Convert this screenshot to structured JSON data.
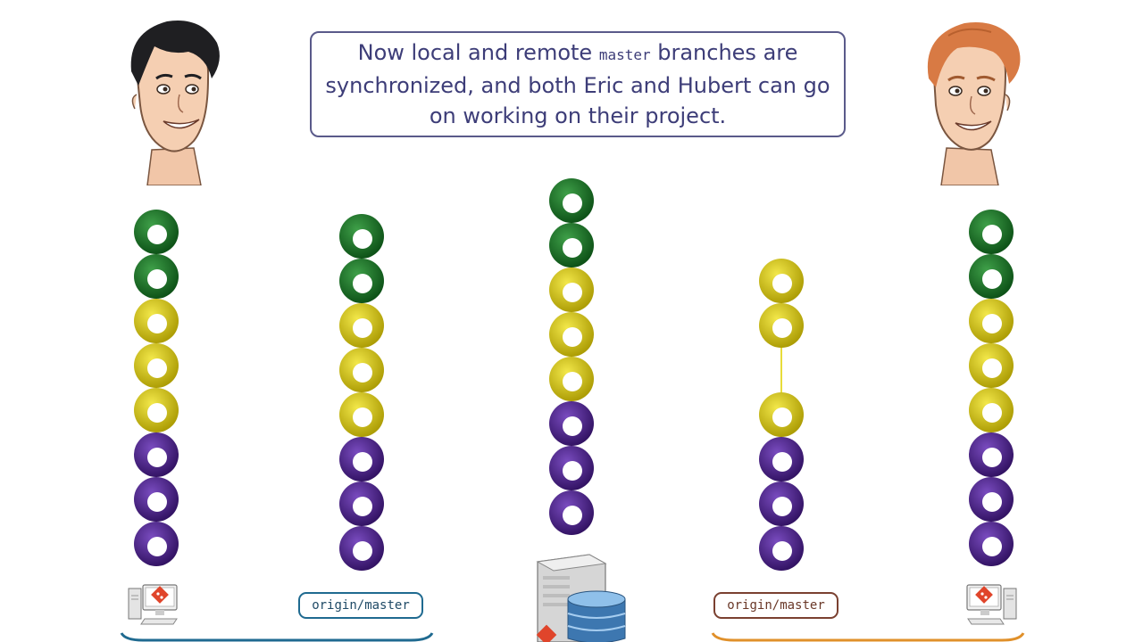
{
  "callout": {
    "before": "Now local and remote ",
    "code": "master",
    "after": " branches are synchronized, and both Eric and Hubert can go on working on their project."
  },
  "colors": {
    "green": "#0d6b1d",
    "yellow": "#d4c400",
    "purple": "#4a1a8c"
  },
  "columns": [
    {
      "id": "eric-local",
      "commits": [
        "green",
        "green",
        "yellow",
        "yellow",
        "yellow",
        "purple",
        "purple",
        "purple"
      ]
    },
    {
      "id": "eric-origin",
      "commits": [
        "green",
        "green",
        "yellow",
        "yellow",
        "yellow",
        "purple",
        "purple",
        "purple"
      ]
    },
    {
      "id": "remote",
      "commits": [
        "green",
        "green",
        "yellow",
        "yellow",
        "yellow",
        "purple",
        "purple",
        "purple"
      ]
    },
    {
      "id": "hubert-origin",
      "commits": [
        "yellow",
        "yellow",
        "gap",
        "yellow",
        "purple",
        "purple",
        "purple"
      ]
    },
    {
      "id": "hubert-local",
      "commits": [
        "green",
        "green",
        "yellow",
        "yellow",
        "yellow",
        "purple",
        "purple",
        "purple"
      ]
    }
  ],
  "labels": {
    "left_branch": "origin/master",
    "right_branch": "origin/master"
  },
  "icons": {
    "left_portrait": "dark-haired-man-icon",
    "right_portrait": "red-haired-man-icon",
    "left_computer": "computer-git-icon",
    "right_computer": "computer-git-icon",
    "server": "server-database-icon"
  }
}
